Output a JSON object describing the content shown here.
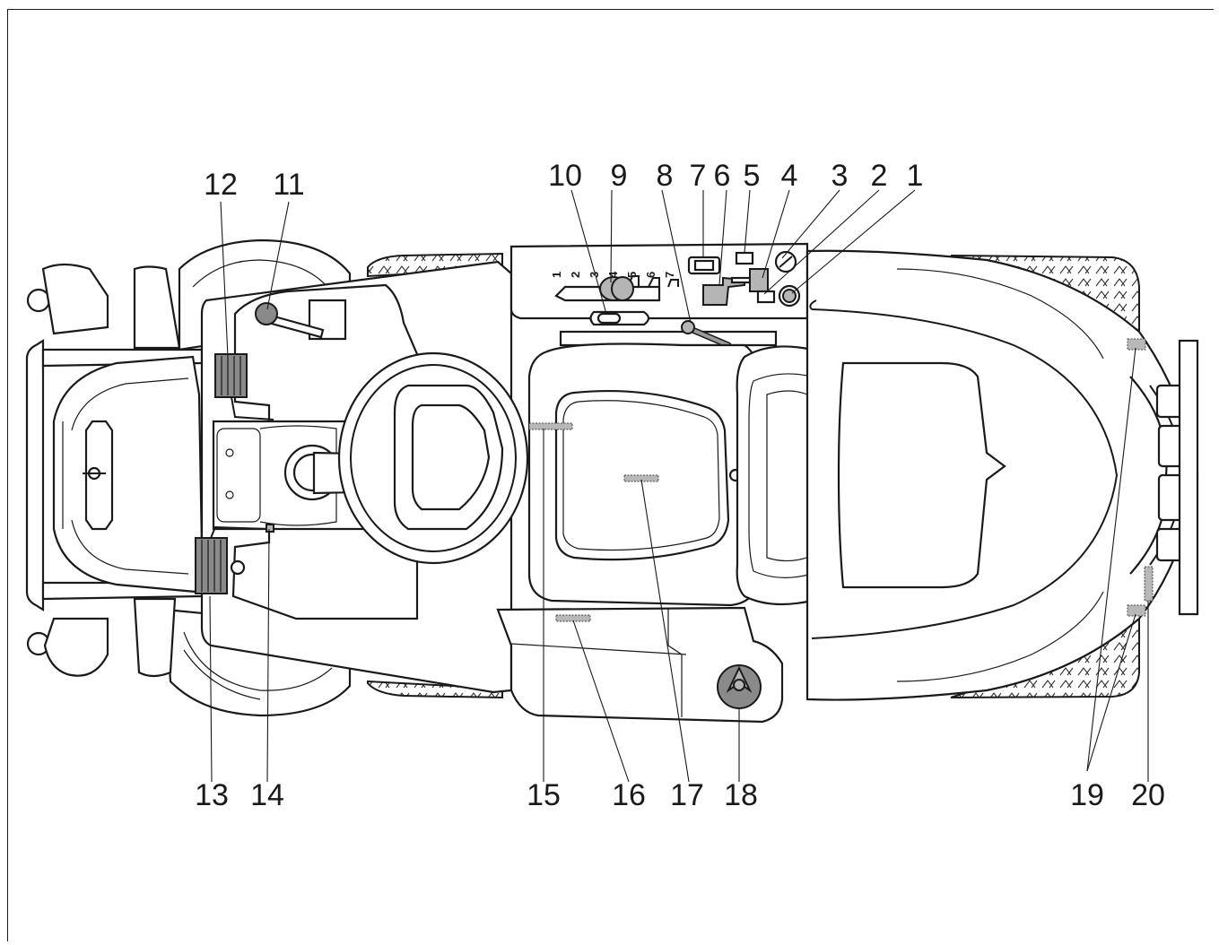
{
  "callouts": {
    "top": [
      "10",
      "9",
      "8",
      "7",
      "6",
      "5",
      "4",
      "3",
      "2",
      "1",
      "12",
      "11"
    ],
    "bottom": [
      "13",
      "14",
      "15",
      "16",
      "17",
      "18",
      "19",
      "20"
    ]
  },
  "gear_scale": [
    "1",
    "2",
    "3",
    "4",
    "5",
    "6",
    "7"
  ]
}
